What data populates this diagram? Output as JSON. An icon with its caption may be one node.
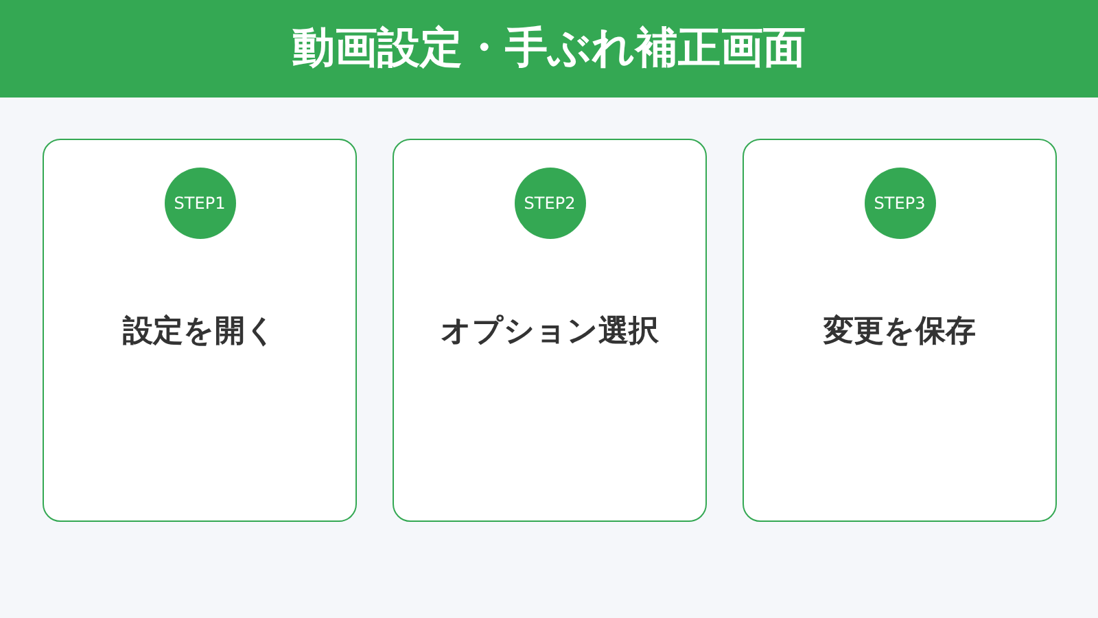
{
  "diagram": {
    "title": "動画設定・手ぶれ補正画面",
    "nodes": [
      {
        "text": [
          "設定を開く"
        ]
      },
      {
        "text": [
          "STEP1"
        ],
        "in": 0
      },
      {
        "text": [
          "オプション選択"
        ]
      },
      {
        "text": [
          "STEP2"
        ],
        "in": 2
      },
      {
        "text": [
          "変更を保存"
        ]
      },
      {
        "text": [
          "STEP3"
        ],
        "in": 4
      }
    ]
  }
}
